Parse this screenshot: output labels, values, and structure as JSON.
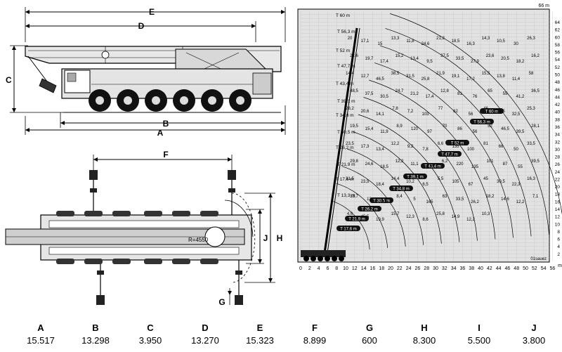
{
  "side_view": {
    "labels": [
      "E",
      "D",
      "C",
      "A",
      "B"
    ]
  },
  "top_view": {
    "labels": [
      "F",
      "J",
      "H",
      "G"
    ],
    "radius_label": "R=4550"
  },
  "load_chart": {
    "radius_axis_ticks": [
      "0",
      "2",
      "4",
      "6",
      "8",
      "10",
      "12",
      "14",
      "16",
      "18",
      "20",
      "22",
      "24",
      "26",
      "28",
      "30",
      "32",
      "34",
      "36",
      "38",
      "40",
      "42",
      "44",
      "46",
      "48",
      "50",
      "52",
      "54",
      "56"
    ],
    "radius_axis_unit": "m",
    "height_axis_ticks": [
      "2",
      "4",
      "6",
      "8",
      "10",
      "12",
      "14",
      "16",
      "18",
      "20",
      "22",
      "24",
      "26",
      "28",
      "30",
      "32",
      "34",
      "36",
      "38",
      "40",
      "42",
      "44",
      "46",
      "48",
      "50",
      "52",
      "54",
      "56",
      "58",
      "60",
      "62",
      "64"
    ],
    "height_axis_top": "66 m",
    "footnote": "01sauez",
    "boom_labels": [
      "T 60 m",
      "T 56,3 m",
      "T 52 m",
      "T 47,7 m",
      "T 43,4 m",
      "T 39,1 m",
      "T 34,8 m",
      "T 30,5 m",
      "T 26,2 m",
      "T 21,9 m",
      "T 17,6 m",
      "T 13,3 m"
    ],
    "capacity_values": [
      "20",
      "17,1",
      "15",
      "13,3",
      "11,8",
      "24,6",
      "21,2",
      "18,5",
      "16,3",
      "14,3",
      "10,5",
      "30",
      "26,3",
      "22,6",
      "19,7",
      "17,4",
      "15,2",
      "13,4",
      "9,5",
      "37,5",
      "33,5",
      "27,9",
      "23,6",
      "20,5",
      "18,2",
      "16,2",
      "14,4",
      "12,7",
      "46,5",
      "38,5",
      "31,5",
      "25,8",
      "21,9",
      "19,1",
      "17,2",
      "15,5",
      "13,8",
      "11,4",
      "58",
      "48,5",
      "37,5",
      "30,5",
      "24,7",
      "21,2",
      "17,4",
      "12,8",
      "81",
      "76",
      "65",
      "55",
      "41,2",
      "36,5",
      "28,2",
      "20,6",
      "14,1",
      "7,8",
      "7,2",
      "103",
      "77",
      "62",
      "56",
      "46",
      "38,5",
      "32,5",
      "25,3",
      "19,5",
      "15,4",
      "11,9",
      "8,9",
      "120",
      "97",
      "70",
      "86",
      "56",
      "52",
      "46,5",
      "39,5",
      "28,1",
      "23,5",
      "17,3",
      "13,4",
      "12,2",
      "9,2",
      "7,8",
      "6,6",
      "135",
      "100",
      "81",
      "66",
      "50",
      "33,5",
      "29,8",
      "24,6",
      "18,5",
      "12,2",
      "11,1",
      "8,2",
      "6,2",
      "220",
      "135",
      "101",
      "87",
      "55",
      "39,5",
      "31,5",
      "23,5",
      "18,4",
      "14,4",
      "10,2",
      "6,5",
      "5,5",
      "105",
      "67",
      "45",
      "30,5",
      "22,3",
      "16,3",
      "13,7",
      "13",
      "9,4",
      "8,4",
      "5",
      "165",
      "63",
      "33,5",
      "26,2",
      "18,2",
      "14,6",
      "12,2",
      "7,1",
      "4,6",
      "45,5",
      "19,9",
      "15,7",
      "12,3",
      "8,6",
      "25,8",
      "14,9",
      "12,2",
      "10,3"
    ]
  },
  "dimensions": [
    {
      "letter": "A",
      "value": "15.517"
    },
    {
      "letter": "B",
      "value": "13.298"
    },
    {
      "letter": "C",
      "value": "3.950"
    },
    {
      "letter": "D",
      "value": "13.270"
    },
    {
      "letter": "E",
      "value": "15.323"
    },
    {
      "letter": "F",
      "value": "8.899"
    },
    {
      "letter": "G",
      "value": "600"
    },
    {
      "letter": "H",
      "value": "8.300"
    },
    {
      "letter": "I",
      "value": "5.500"
    },
    {
      "letter": "J",
      "value": "3.800"
    }
  ]
}
